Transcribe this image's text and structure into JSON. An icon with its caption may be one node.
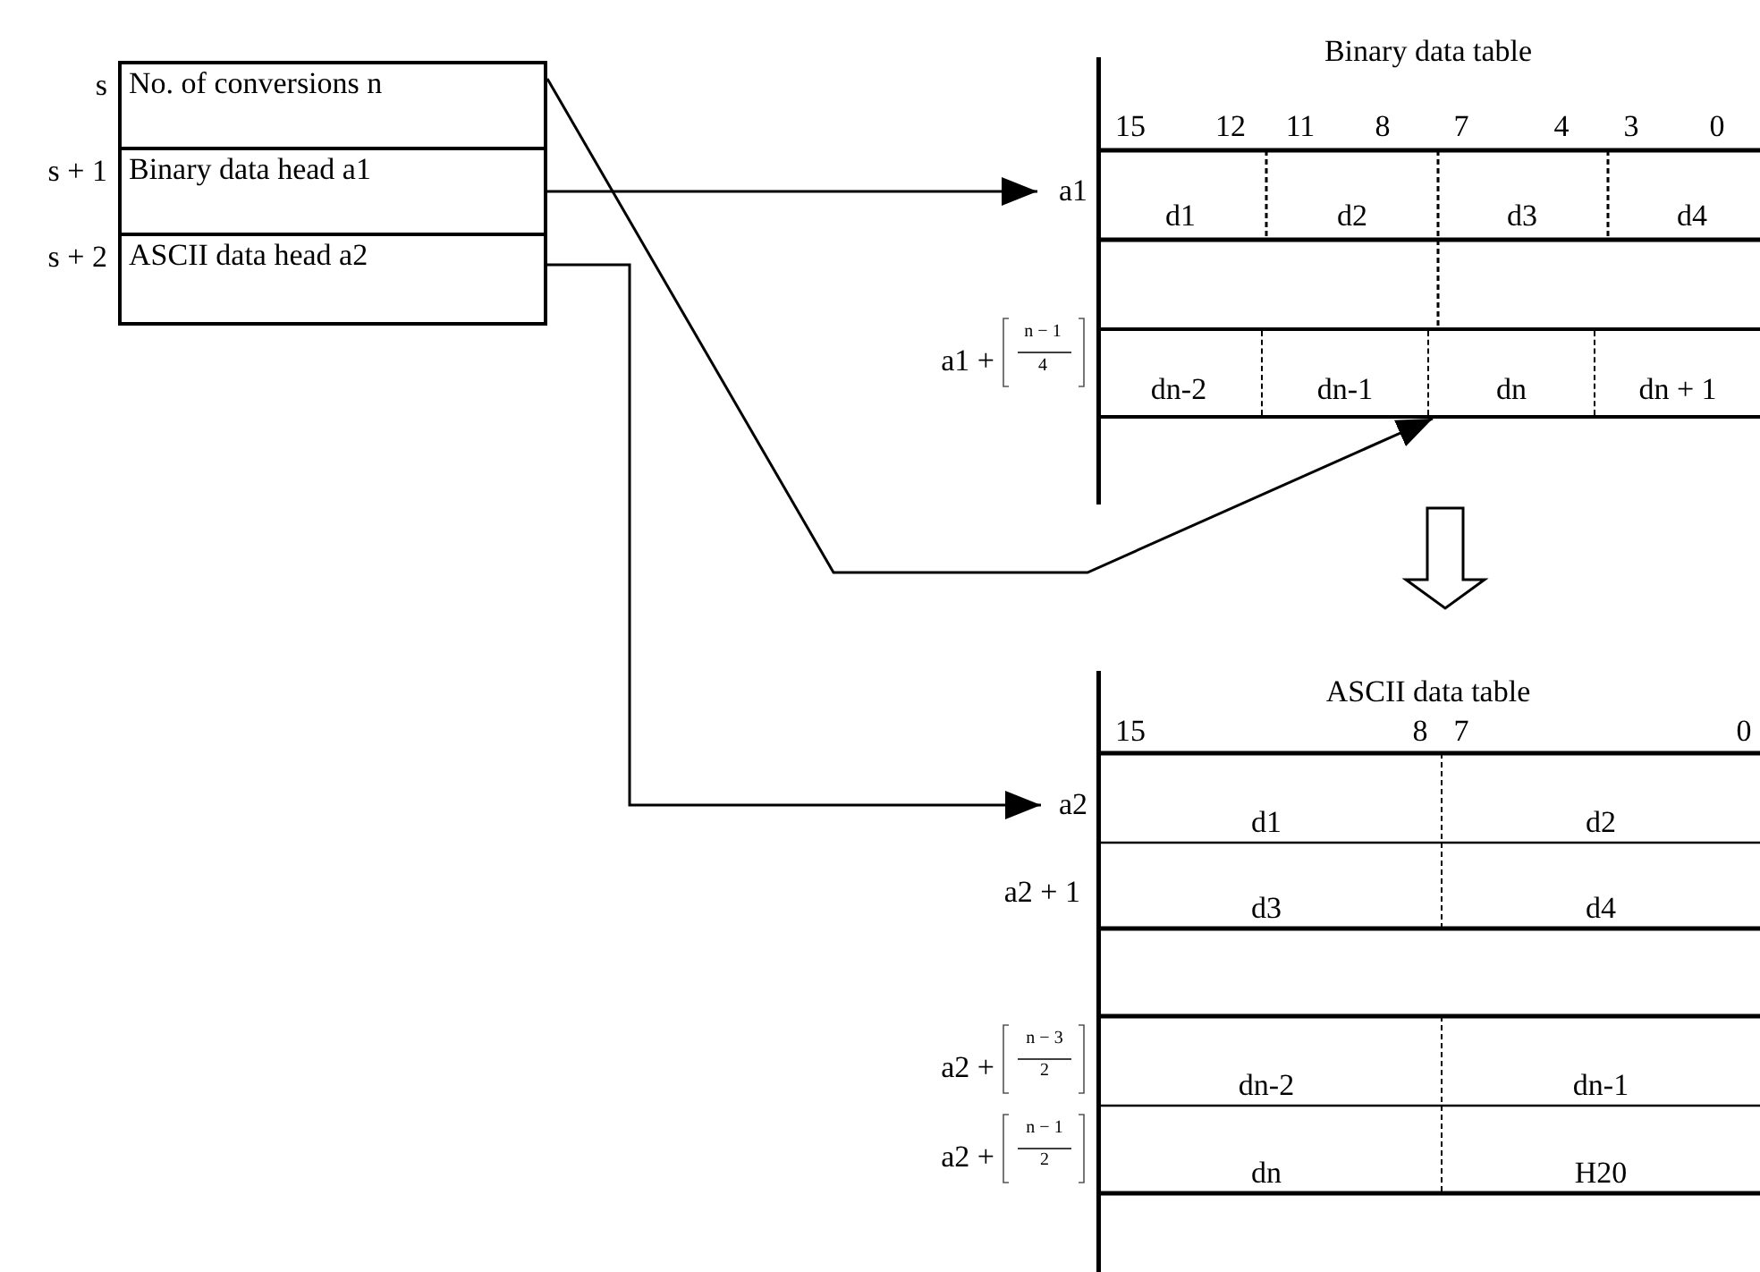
{
  "diagram": {
    "nodes": [
      {
        "text": [
          "No. of conversions n"
        ],
        "beside": [
          "s"
        ]
      },
      {
        "text": [
          "Binary data head a1"
        ],
        "beside": [
          "s + 1"
        ]
      },
      {
        "text": [
          "ASCII data head a2"
        ],
        "beside": [
          "s + 2"
        ]
      },
      {
        "text": [
          "Binary data table"
        ]
      },
      {
        "text": [
          "a1"
        ]
      },
      {
        "text": [
          "dn-2",
          "dn-1",
          "dn",
          "dn + 1"
        ],
        "in": 3
      },
      {
        "text": [
          "ASCII data table"
        ]
      },
      {
        "text": [
          "a2"
        ]
      }
    ],
    "edges": [
      {
        "from": 1,
        "to": 4,
        "arrow": "to"
      },
      {
        "from": 0,
        "to": 5,
        "arrow": "to"
      },
      {
        "from": 2,
        "to": 7,
        "arrow": "to"
      },
      {
        "from": 3,
        "to": 6,
        "arrow": "to",
        "style": "thick"
      }
    ],
    "labels": [
      "15",
      "12",
      "11",
      "8",
      "7",
      "4",
      "3",
      "0",
      "d1",
      "d2",
      "d3",
      "d4",
      "a1 +",
      "n − 1",
      "4",
      "15",
      "8",
      "7",
      "0",
      "d1",
      "d2",
      "a2 + 1",
      "d3",
      "d4",
      "a2 +",
      "n − 3",
      "2",
      "dn-2",
      "dn-1",
      "a2 +",
      "n − 1",
      "2",
      "dn",
      "H20"
    ]
  }
}
